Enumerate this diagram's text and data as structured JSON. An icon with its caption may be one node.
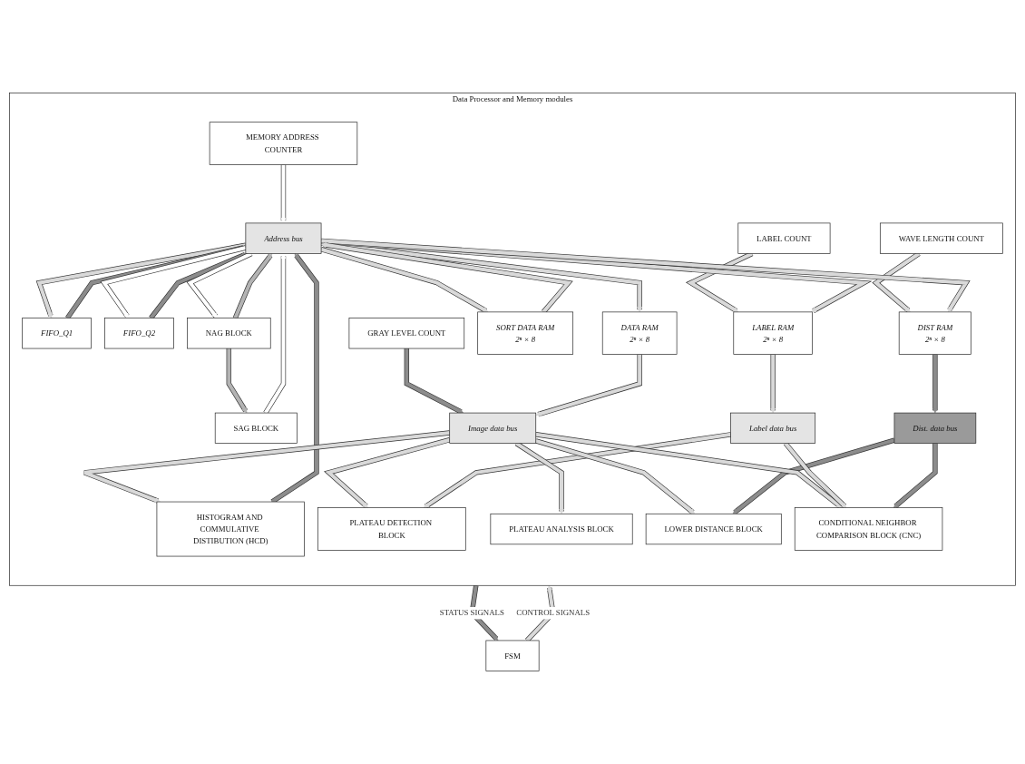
{
  "diagram": {
    "nodes": [
      {
        "text": [
          "Data Processor and Memory modules"
        ]
      },
      {
        "text": [
          "MEMORY ADDRESS COUNTER"
        ],
        "in": 0
      },
      {
        "text": [
          "FIFO_Q1"
        ],
        "in": 0
      },
      {
        "text": [
          "FIFO_Q2"
        ],
        "in": 0
      },
      {
        "text": [
          "NAG BLOCK"
        ],
        "in": 0
      },
      {
        "text": [
          "SAG BLOCK"
        ],
        "in": 0
      },
      {
        "text": [
          "Address bus"
        ],
        "in": 0
      },
      {
        "text": [
          "DATA RAM",
          "2ⁿ × 8"
        ],
        "in": 0
      },
      {
        "text": [
          "LABEL COUNT"
        ],
        "in": 0
      },
      {
        "text": [
          "LABEL RAM",
          "2ⁿ × 8"
        ],
        "in": 0
      },
      {
        "text": [
          "WAVE LENGTH COUNT"
        ],
        "in": 0
      },
      {
        "text": [
          "DIST RAM",
          "2ⁿ × 8"
        ],
        "in": 0
      },
      {
        "text": [
          "SORT DATA RAM",
          "2ⁿ × 8"
        ],
        "in": 0
      },
      {
        "text": [
          "HISTOGRAM AND COMMULATIVE DISTIBUTION (HCD)"
        ],
        "in": 0
      },
      {
        "text": [
          "GRAY LEVEL COUNT"
        ],
        "in": 0
      },
      {
        "text": [
          "Image data bus"
        ],
        "in": 0
      },
      {
        "text": [
          "Label data bus"
        ],
        "in": 0
      },
      {
        "text": [
          "Dist. data bus"
        ],
        "in": 0
      },
      {
        "text": [
          "PLATEAU DETECTION BLOCK"
        ],
        "in": 0
      },
      {
        "text": [
          "PLATEAU ANALYSIS BLOCK"
        ],
        "in": 0
      },
      {
        "text": [
          "LOWER DISTANCE BLOCK"
        ],
        "in": 0
      },
      {
        "text": [
          "CONDITIONAL NEIGHBOR COMPARISON BLOCK (CNC)"
        ],
        "in": 0
      },
      {
        "text": [
          "FSM"
        ]
      }
    ],
    "edges": [
      {
        "from": 1,
        "to": 6,
        "arrow": "to",
        "color": "#ffffff"
      },
      {
        "from": 6,
        "to": 2,
        "arrow": "to",
        "color": "#d9d9d9"
      },
      {
        "from": 2,
        "to": 6,
        "arrow": "to",
        "color": "#8c8c8c"
      },
      {
        "from": 6,
        "to": 3,
        "arrow": "to",
        "color": "#ffffff"
      },
      {
        "from": 3,
        "to": 6,
        "arrow": "to",
        "color": "#8c8c8c"
      },
      {
        "from": 6,
        "to": 4,
        "arrow": "to",
        "color": "#ffffff"
      },
      {
        "from": 4,
        "to": 6,
        "arrow": "to",
        "color": "#b3b3b3"
      },
      {
        "from": 4,
        "to": 5,
        "arrow": "to",
        "color": "#b3b3b3"
      },
      {
        "from": 5,
        "to": 6,
        "arrow": "to",
        "color": "#ffffff"
      },
      {
        "from": 6,
        "to": 7,
        "arrow": "to",
        "color": "#d9d9d9"
      },
      {
        "from": 8,
        "to": 9,
        "arrow": "to",
        "color": "#d9d9d9"
      },
      {
        "from": 6,
        "to": 9,
        "arrow": "to",
        "color": "#d9d9d9"
      },
      {
        "from": 10,
        "to": 11,
        "arrow": "to",
        "color": "#d9d9d9"
      },
      {
        "from": 6,
        "to": 11,
        "arrow": "to",
        "color": "#d9d9d9"
      },
      {
        "from": 6,
        "to": 12,
        "arrow": "to",
        "color": "#d9d9d9"
      },
      {
        "from": 12,
        "to": 6,
        "arrow": "to",
        "color": "#d9d9d9"
      },
      {
        "from": 13,
        "to": 6,
        "arrow": "to",
        "color": "#8c8c8c"
      },
      {
        "from": 15,
        "to": 13,
        "arrow": "to",
        "color": "#d9d9d9"
      },
      {
        "from": 14,
        "to": 15,
        "arrow": "to",
        "color": "#8c8c8c"
      },
      {
        "from": 7,
        "to": 15,
        "arrow": "to",
        "color": "#d9d9d9"
      },
      {
        "from": 9,
        "to": 16,
        "arrow": "to",
        "color": "#d9d9d9"
      },
      {
        "from": 11,
        "to": 17,
        "arrow": "to",
        "color": "#8c8c8c"
      },
      {
        "from": 15,
        "to": 18,
        "arrow": "to",
        "color": "#d9d9d9"
      },
      {
        "from": 16,
        "to": 18,
        "arrow": "to",
        "color": "#d9d9d9"
      },
      {
        "from": 15,
        "to": 19,
        "arrow": "to",
        "color": "#d9d9d9"
      },
      {
        "from": 15,
        "to": 20,
        "arrow": "to",
        "color": "#d9d9d9"
      },
      {
        "from": 17,
        "to": 20,
        "arrow": "to",
        "color": "#8c8c8c"
      },
      {
        "from": 15,
        "to": 21,
        "arrow": "to",
        "color": "#d9d9d9"
      },
      {
        "from": 16,
        "to": 21,
        "arrow": "to",
        "color": "#d9d9d9"
      },
      {
        "from": 17,
        "to": 21,
        "arrow": "to",
        "color": "#8c8c8c"
      },
      {
        "from": 22,
        "to": 0,
        "arrow": "to",
        "label": "CONTROL SIGNALS",
        "color": "#d9d9d9"
      },
      {
        "from": 0,
        "to": 22,
        "arrow": "to",
        "label": "STATUS SIGNALS",
        "color": "#8c8c8c"
      }
    ]
  }
}
